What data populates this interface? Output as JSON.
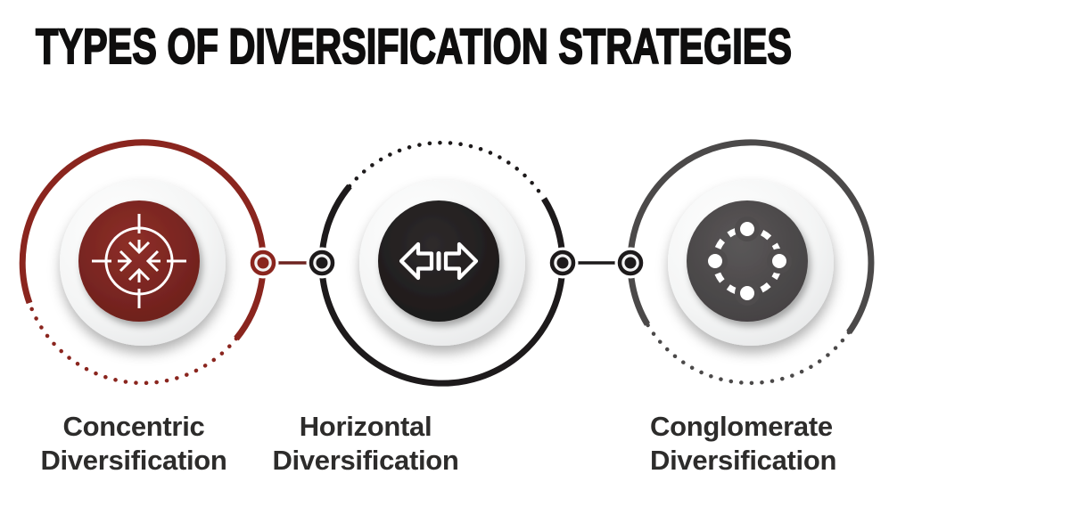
{
  "title": "TYPES OF DIVERSIFICATION STRATEGIES",
  "palette": {
    "background": "#ffffff",
    "title_color": "#0f0e0e",
    "label_color": "#2d2c2b",
    "icon_color": "#ffffff"
  },
  "circles": [
    {
      "name": "concentric",
      "label": [
        "Concentric",
        "Diversification"
      ],
      "icon": "converge-target-icon",
      "ring_color": "#8a251e",
      "fill": "#77241f",
      "fill_light": "#8e2f28",
      "fill_dark": "#6b1f1c"
    },
    {
      "name": "horizontal",
      "label": [
        "Horizontal",
        "Diversification"
      ],
      "icon": "swap-horizontal-arrows-icon",
      "ring_color": "#1d1a1b",
      "fill": "#242021",
      "fill_light": "#2e2a2b",
      "fill_dark": "#1b1818"
    },
    {
      "name": "conglomerate",
      "label": [
        "Conglomerate",
        "Diversification"
      ],
      "icon": "network-dots-icon",
      "ring_color": "#4b4949",
      "fill": "#4f4c4d",
      "fill_light": "#5a5758",
      "fill_dark": "#434041"
    }
  ],
  "connectors": [
    {
      "from": "concentric",
      "to": "horizontal",
      "line_color": "#6e2320",
      "left_dot_color": "#8a251e",
      "right_dot_color": "#1d1a1b"
    },
    {
      "from": "horizontal",
      "to": "conglomerate",
      "line_color": "#1d1a1b",
      "left_dot_color": "#1d1a1b",
      "right_dot_color": "#1d1a1b"
    }
  ]
}
